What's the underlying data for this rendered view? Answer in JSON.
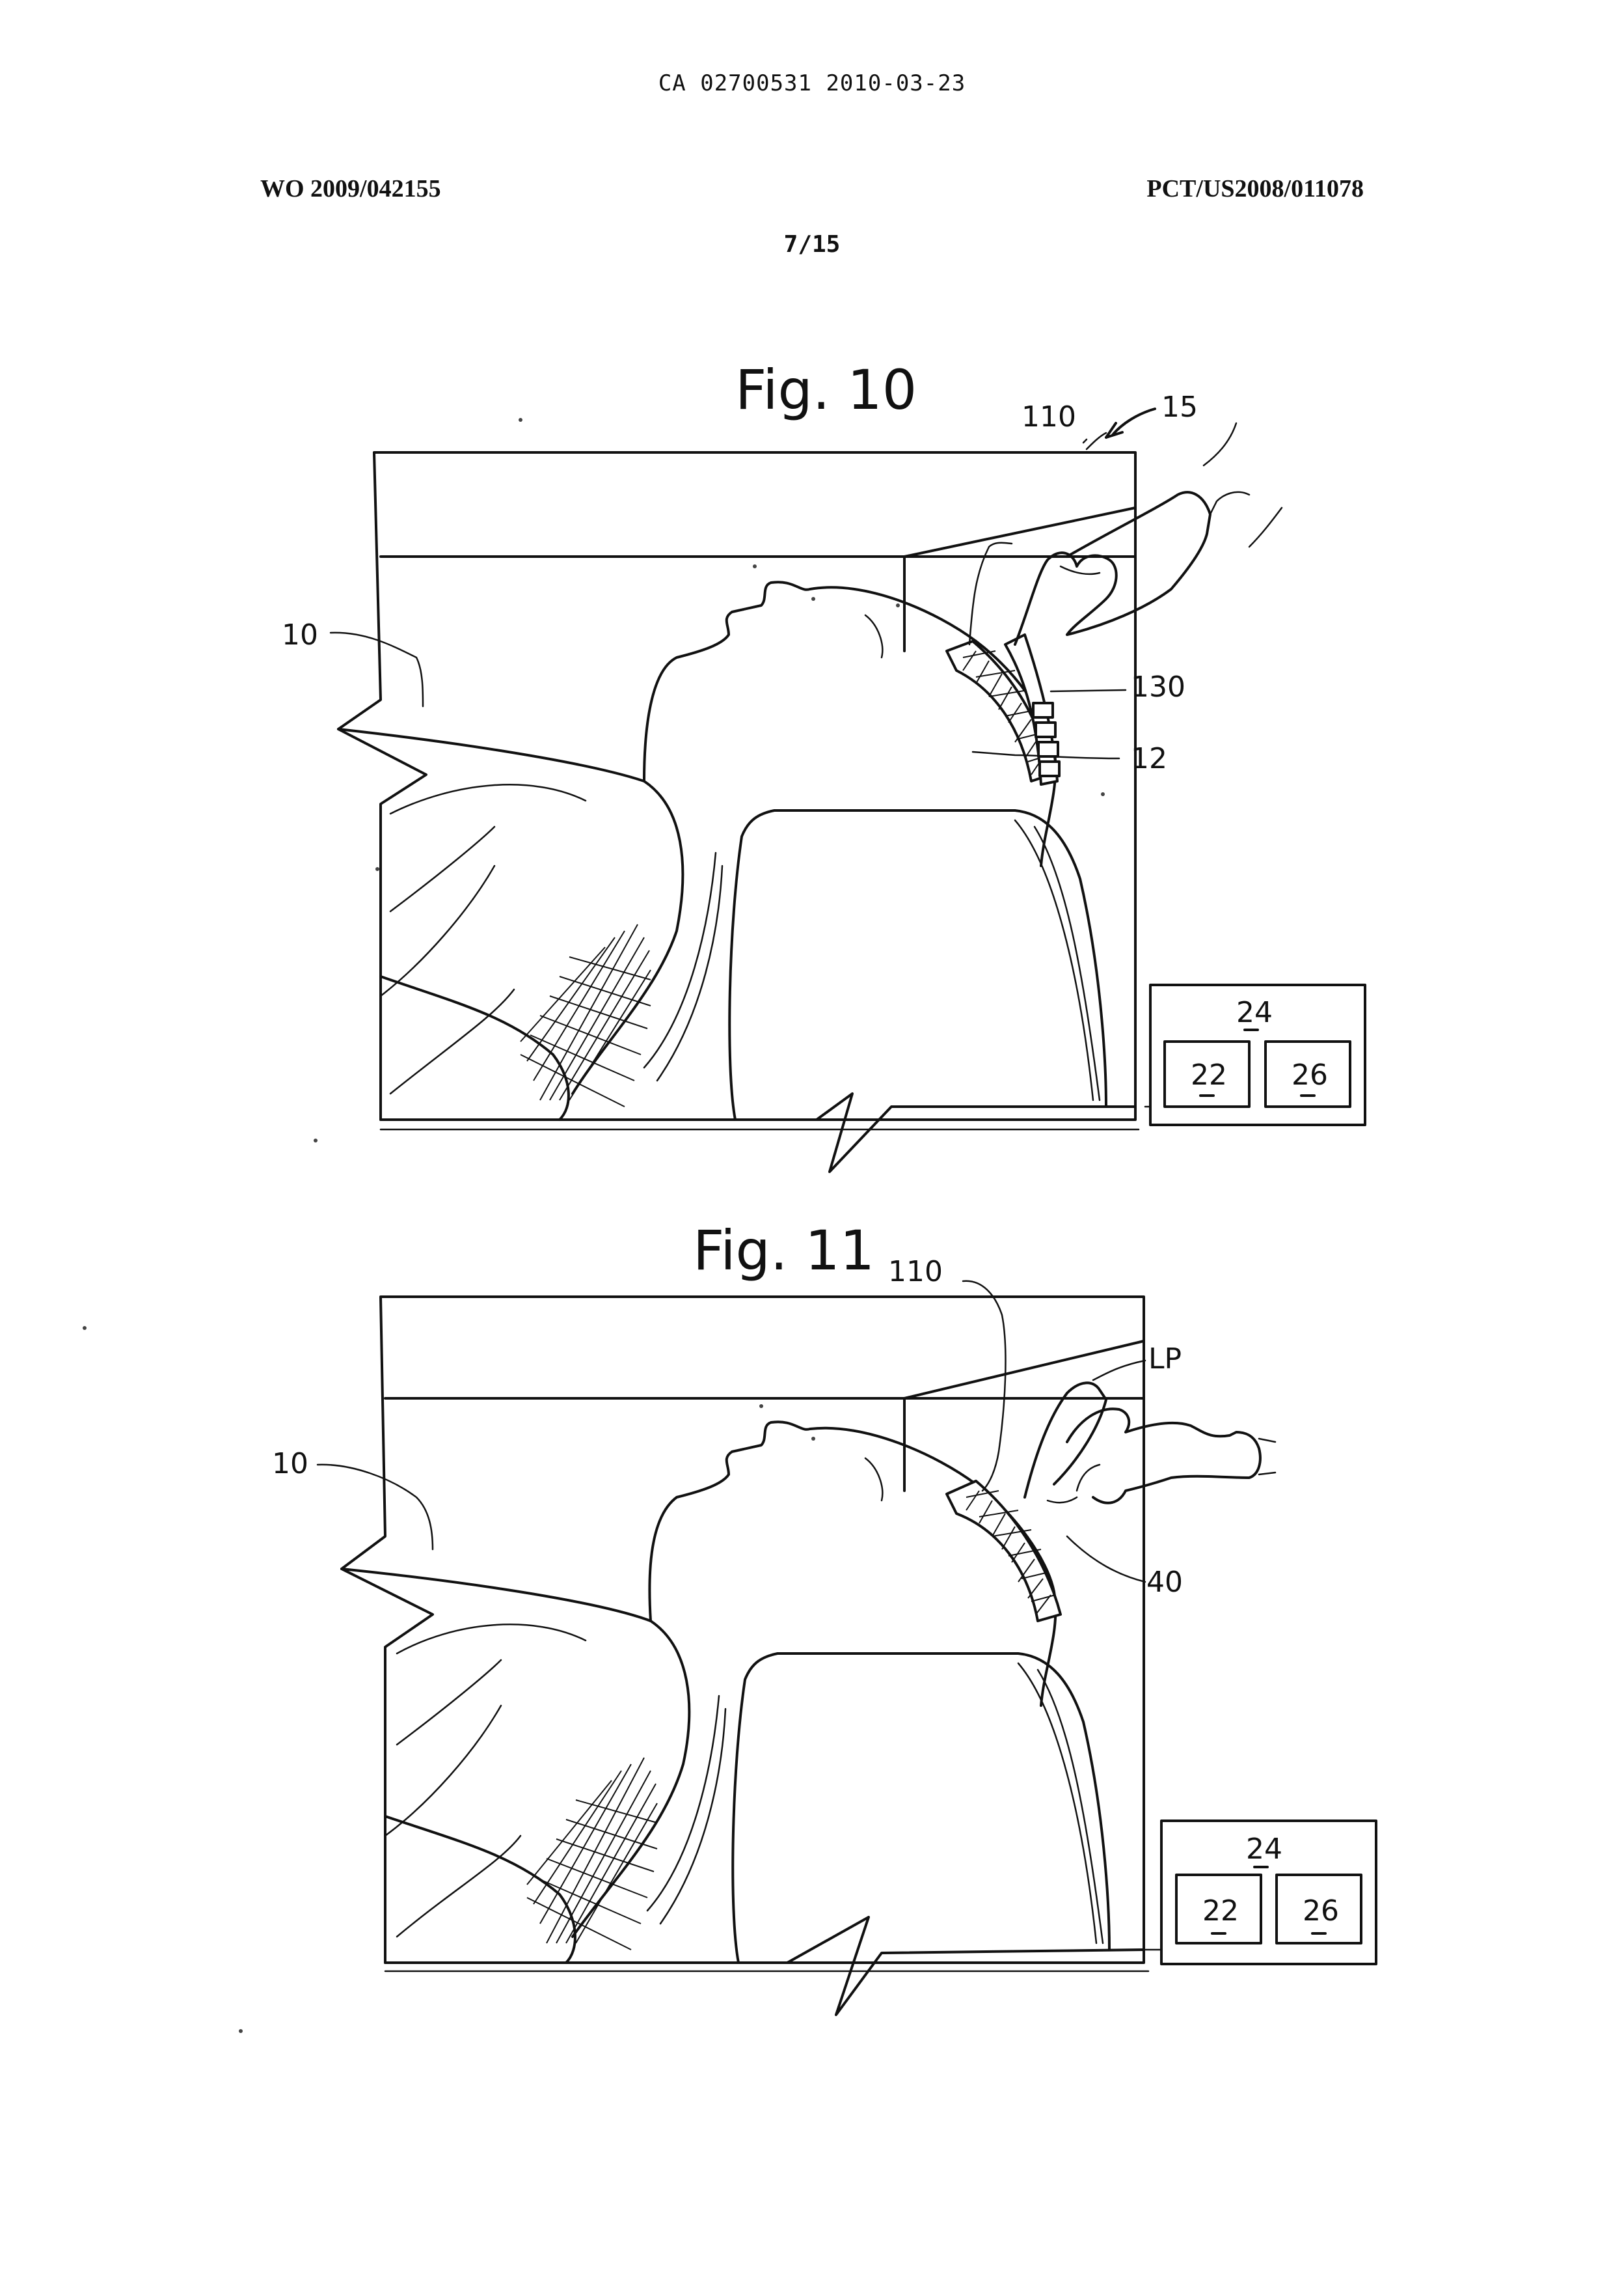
{
  "header": {
    "ca_line": "CA 02700531 2010-03-23",
    "wo_number": "WO 2009/042155",
    "pct_number": "PCT/US2008/011078",
    "sheet": "7/15"
  },
  "figures": [
    {
      "title": "Fig. 10",
      "labels": {
        "ref_110": "110",
        "ref_15": "15",
        "ref_10": "10",
        "ref_130": "130",
        "ref_12": "12",
        "ref_24": "24",
        "ref_22": "22",
        "ref_26": "26"
      }
    },
    {
      "title": "Fig. 11",
      "labels": {
        "ref_110": "110",
        "ref_LP": "LP",
        "ref_10": "10",
        "ref_40": "40",
        "ref_24": "24",
        "ref_22": "22",
        "ref_26": "26"
      }
    }
  ]
}
